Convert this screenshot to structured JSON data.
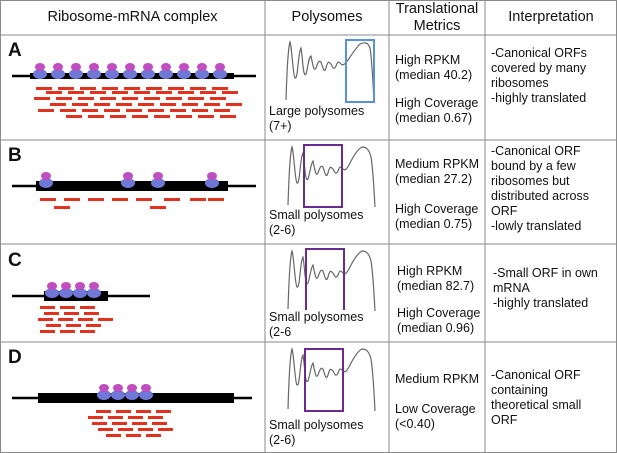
{
  "headers": {
    "complex": "Ribosome-mRNA complex",
    "polysomes": "Polysomes",
    "metrics": "Translational\nMetrics",
    "interpretation": "Interpretation"
  },
  "rows": [
    {
      "letter": "A",
      "polysome_label": "Large polysomes\n(7+)",
      "polysome_box_color": "#5b8fd9",
      "metric1": "High RPKM\n(median 40.2)",
      "metric2": "High Coverage\n(median 0.67)",
      "interpretation": "-Canonical ORFs\ncovered by many\nribosomes\n-highly translated"
    },
    {
      "letter": "B",
      "polysome_label": "Small polysomes\n(2-6)",
      "polysome_box_color": "#6a2a8f",
      "metric1": "Medium RPKM\n(median 27.2)",
      "metric2": "High Coverage\n(median 0.75)",
      "interpretation": "-Canonical ORF\nbound by a few\nribosomes but\ndistributed across\nORF\n-lowly translated"
    },
    {
      "letter": "C",
      "polysome_label": "Small polysomes\n(2-6",
      "polysome_box_color": "#6a2a8f",
      "metric1": "High RPKM\n(median 82.7)",
      "metric2": "High Coverage\n(median 0.96)",
      "interpretation": "-Small ORF in own\nmRNA\n-highly translated"
    },
    {
      "letter": "D",
      "polysome_label": "Small polysomes\n(2-6)",
      "polysome_box_color": "#6a2a8f",
      "metric1": "Medium RPKM",
      "metric2": "Low Coverage\n(<0.40)",
      "interpretation": "-Canonical ORF\ncontaining\ntheoretical small\nORF"
    }
  ],
  "colors": {
    "ribosome_large_subunit": "#6f78d6",
    "ribosome_small_subunit": "#c04ec0",
    "read": "#e0321e",
    "mrna": "#000000",
    "grid": "#8a8a8a"
  }
}
